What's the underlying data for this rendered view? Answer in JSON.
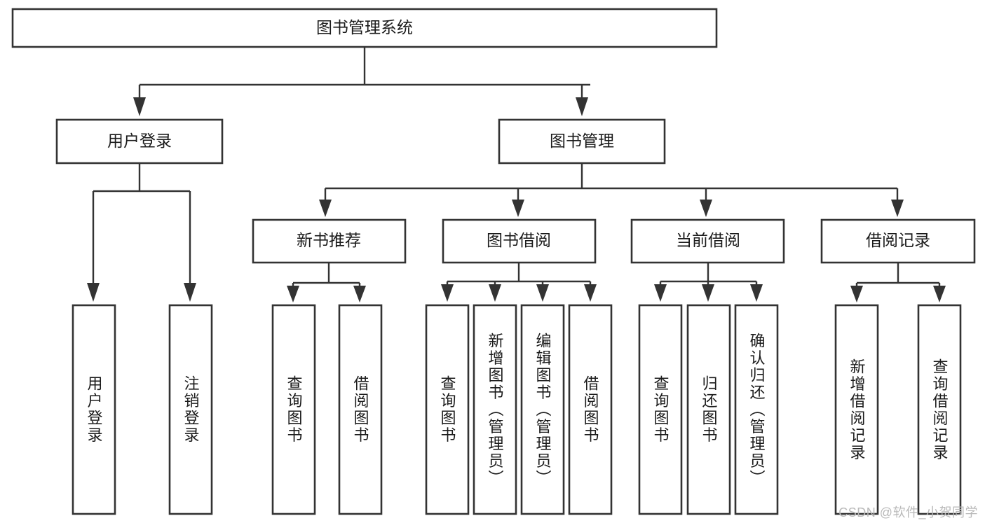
{
  "diagram": {
    "title": "图书管理系统",
    "type": "tree-hierarchy-diagram",
    "colors": {
      "stroke": "#333333",
      "fill": "#ffffff",
      "text": "#1b1b1b",
      "watermark": "#b9b9b9"
    },
    "root": {
      "label": "图书管理系统"
    },
    "level2": [
      {
        "label": "用户登录"
      },
      {
        "label": "图书管理"
      }
    ],
    "level3": [
      {
        "label": "新书推荐"
      },
      {
        "label": "图书借阅"
      },
      {
        "label": "当前借阅"
      },
      {
        "label": "借阅记录"
      }
    ],
    "leaves": {
      "user_login": [
        {
          "label": "用户登录"
        },
        {
          "label": "注销登录"
        }
      ],
      "new_book_recommend": [
        {
          "label": "查询图书"
        },
        {
          "label": "借阅图书"
        }
      ],
      "book_borrow": [
        {
          "label": "查询图书"
        },
        {
          "label": "新增图书（管理员）"
        },
        {
          "label": "编辑图书（管理员）"
        },
        {
          "label": "借阅图书"
        }
      ],
      "current_borrow": [
        {
          "label": "查询图书"
        },
        {
          "label": "归还图书"
        },
        {
          "label": "确认归还（管理员）"
        }
      ],
      "borrow_record": [
        {
          "label": "新增借阅记录"
        },
        {
          "label": "查询借阅记录"
        }
      ]
    },
    "watermark": "CSDN @软件_小贺同学"
  }
}
